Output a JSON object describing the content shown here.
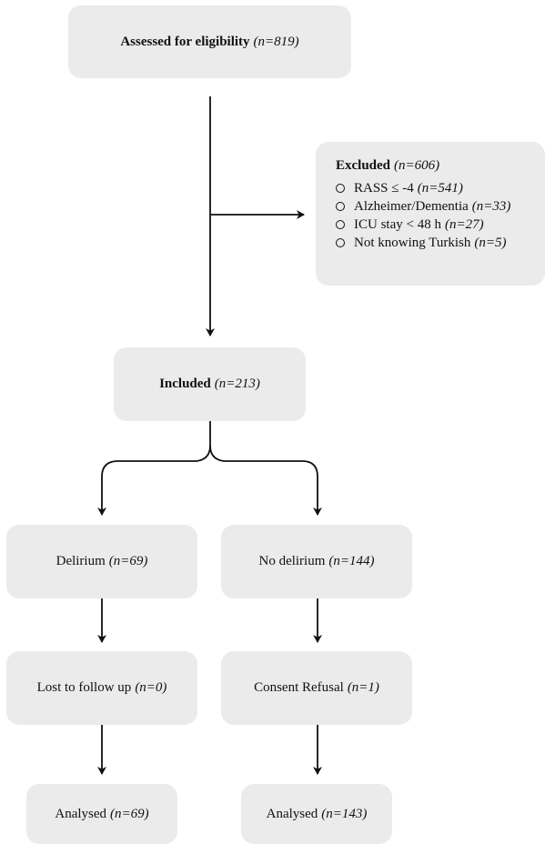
{
  "assessed": {
    "label": "Assessed for eligibility",
    "n": "(n=819)"
  },
  "excluded": {
    "label": "Excluded",
    "n": "(n=606)",
    "reasons": [
      {
        "label": "RASS ≤ -4",
        "n": "(n=541)"
      },
      {
        "label": "Alzheimer/Dementia",
        "n": "(n=33)"
      },
      {
        "label": "ICU stay < 48 h",
        "n": "(n=27)"
      },
      {
        "label": "Not knowing Turkish",
        "n": "(n=5)"
      }
    ]
  },
  "included": {
    "label": "Included",
    "n": "(n=213)"
  },
  "left_branch": {
    "group": {
      "label": "Delirium",
      "n": "(n=69)"
    },
    "lost": {
      "label": "Lost to follow up",
      "n": "(n=0)"
    },
    "analysed": {
      "label": "Analysed",
      "n": "(n=69)"
    }
  },
  "right_branch": {
    "group": {
      "label": "No delirium",
      "n": "(n=144)"
    },
    "lost": {
      "label": "Consent Refusal",
      "n": "(n=1)"
    },
    "analysed": {
      "label": "Analysed",
      "n": "(n=143)"
    }
  }
}
